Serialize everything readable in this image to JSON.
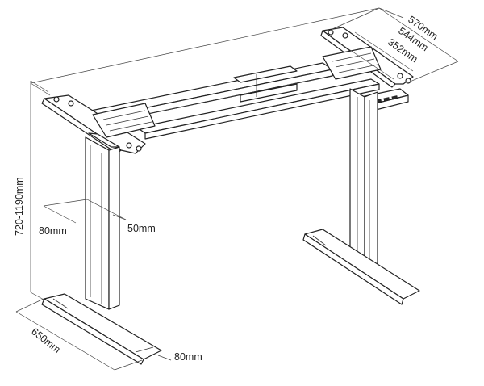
{
  "diagram": {
    "subject": "electric height-adjustable desk frame",
    "dimensions": {
      "height_range": "720-1190mm",
      "depth_outer": "570mm",
      "depth_mid": "544mm",
      "depth_inner": "352mm",
      "column_width": "80mm",
      "column_depth": "50mm",
      "foot_length": "650mm",
      "foot_width": "80mm"
    },
    "colors": {
      "line": "#222222",
      "background": "#ffffff",
      "control_panel": "#2a2a2a"
    }
  }
}
